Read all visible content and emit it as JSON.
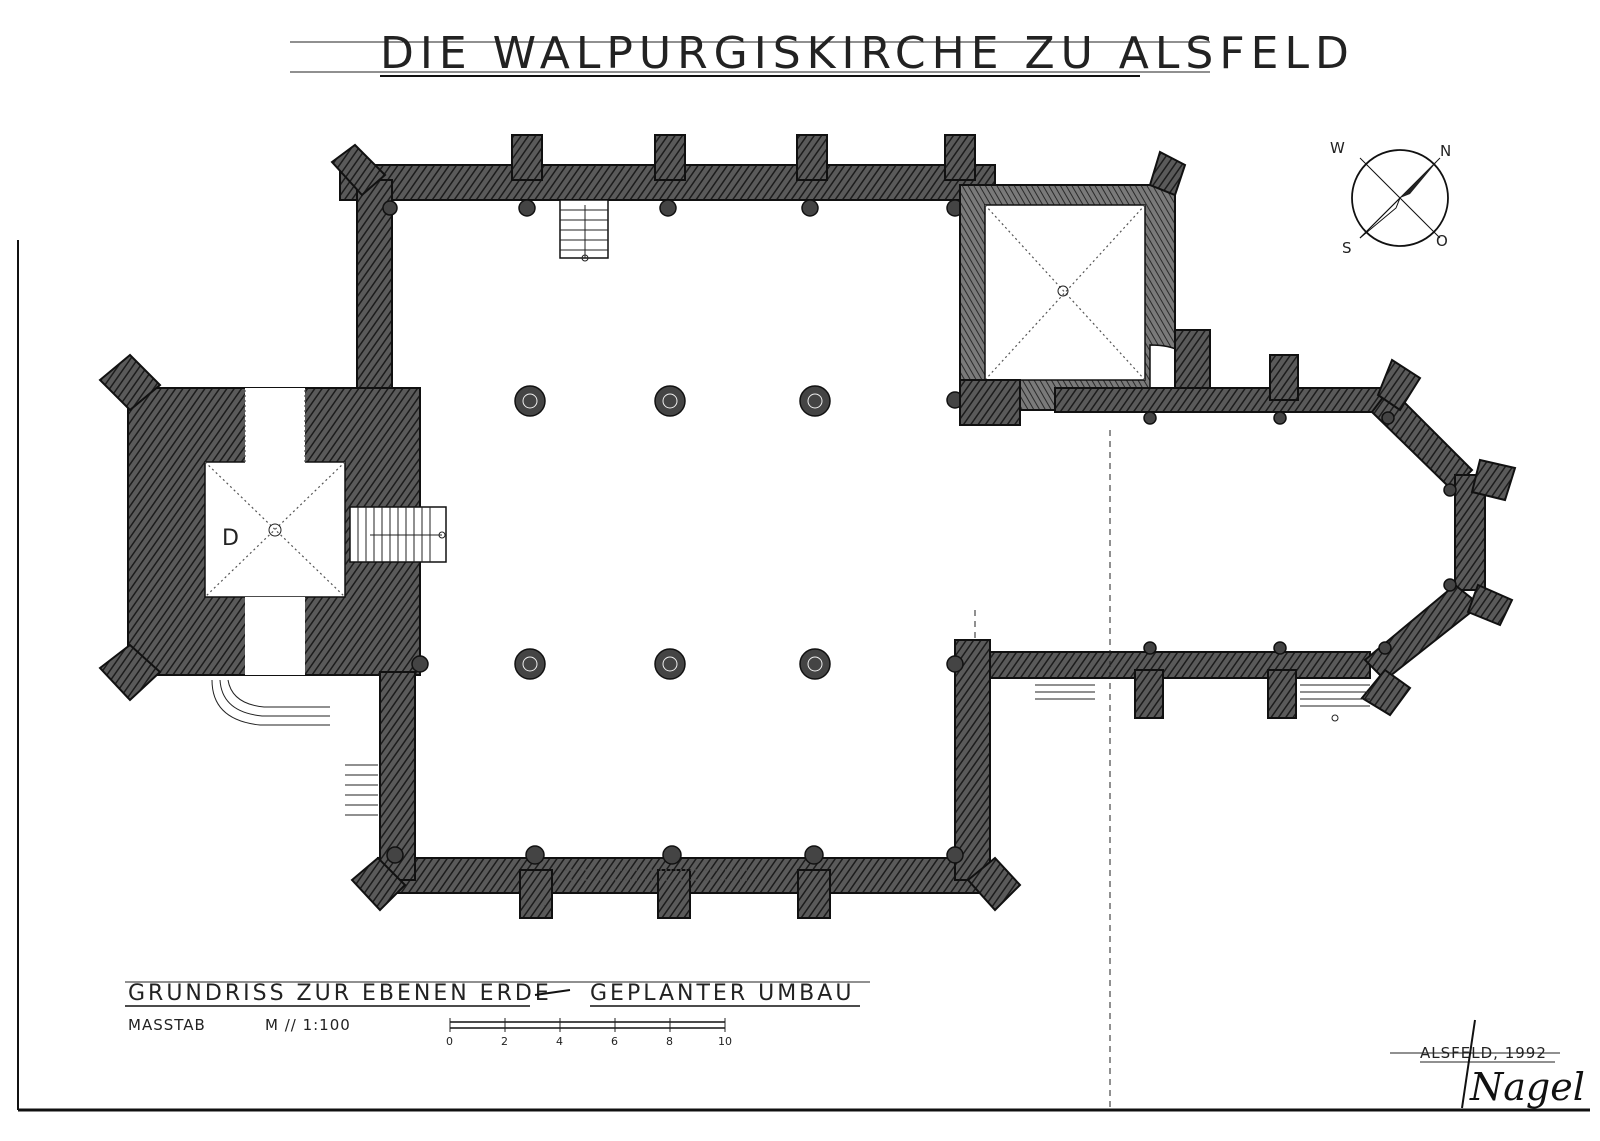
{
  "drawing": {
    "title": "DIE WALPURGISKIRCHE ZU ALSFELD",
    "subtitle_left": "GRUNDRISS ZUR EBENEN ERDE",
    "subtitle_right": "GEPLANTER UMBAU",
    "scale_label": "MASSTAB",
    "scale_value": "M // 1:100",
    "scale_ticks": [
      "0",
      "2",
      "4",
      "6",
      "8",
      "10"
    ],
    "place_date": "ALSFELD, 1992",
    "signature": "Nagel",
    "tower_letter": "D",
    "compass": {
      "n": "N",
      "s": "S",
      "w": "W",
      "o": "O"
    }
  }
}
